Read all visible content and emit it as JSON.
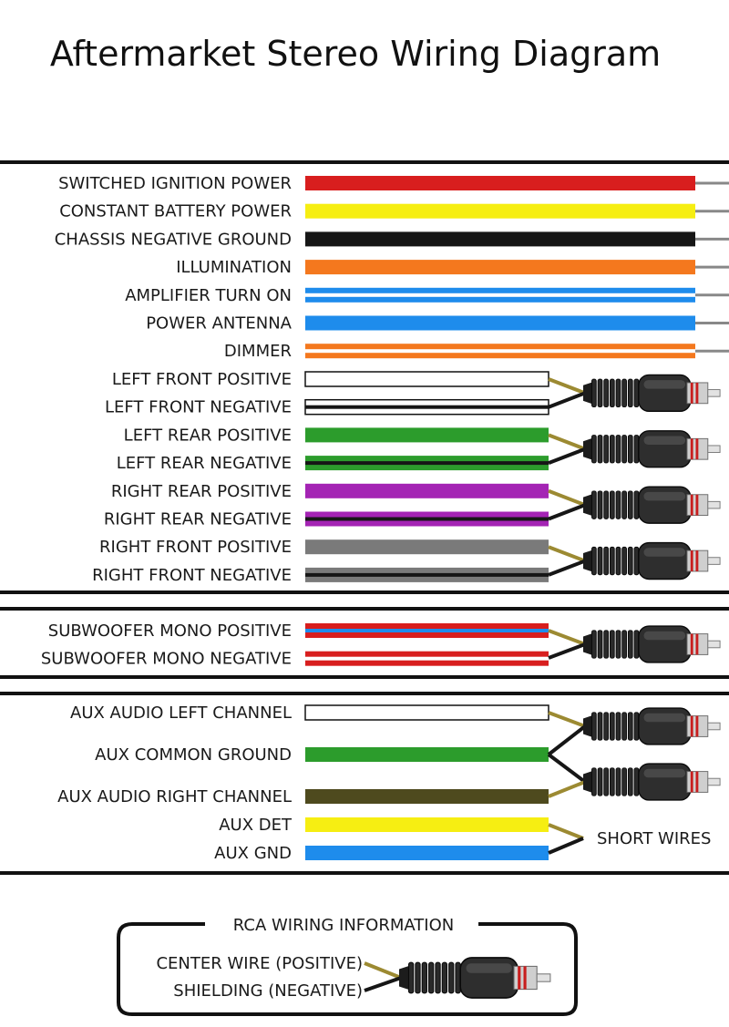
{
  "title": "Aftermarket Stereo Wiring Diagram",
  "colors": {
    "red": "#d81e1e",
    "yellow": "#f6ee12",
    "black": "#161616",
    "orange": "#f4781e",
    "blue": "#1e8cec",
    "white": "#ffffff",
    "green": "#2c9c2c",
    "purple": "#a424b4",
    "gray": "#7a7a7a",
    "olive": "#4e4a1e",
    "connector_lead": "#9c8a32"
  },
  "power_section": [
    {
      "label": "SWITCHED IGNITION POWER",
      "color": "red",
      "stripe": null
    },
    {
      "label": "CONSTANT BATTERY POWER",
      "color": "yellow",
      "stripe": null
    },
    {
      "label": "CHASSIS NEGATIVE GROUND",
      "color": "black",
      "stripe": null
    },
    {
      "label": "ILLUMINATION",
      "color": "orange",
      "stripe": null
    },
    {
      "label": "AMPLIFIER TURN ON",
      "color": "blue",
      "stripe": "white"
    },
    {
      "label": "POWER ANTENNA",
      "color": "blue",
      "stripe": null
    },
    {
      "label": "DIMMER",
      "color": "orange",
      "stripe": "white"
    }
  ],
  "speaker_section": [
    {
      "label": "LEFT FRONT POSITIVE",
      "color": "white",
      "stripe": null
    },
    {
      "label": "LEFT FRONT NEGATIVE",
      "color": "white",
      "stripe": "black"
    },
    {
      "label": "LEFT REAR POSITIVE",
      "color": "green",
      "stripe": null
    },
    {
      "label": "LEFT REAR NEGATIVE",
      "color": "green",
      "stripe": "black"
    },
    {
      "label": "RIGHT REAR POSITIVE",
      "color": "purple",
      "stripe": null
    },
    {
      "label": "RIGHT REAR NEGATIVE",
      "color": "purple",
      "stripe": "black"
    },
    {
      "label": "RIGHT FRONT POSITIVE",
      "color": "gray",
      "stripe": null
    },
    {
      "label": "RIGHT FRONT NEGATIVE",
      "color": "gray",
      "stripe": "black"
    }
  ],
  "sub_section": [
    {
      "label": "SUBWOOFER MONO POSITIVE",
      "color": "red",
      "stripe": "blue"
    },
    {
      "label": "SUBWOOFER MONO NEGATIVE",
      "color": "red",
      "stripe": "white"
    }
  ],
  "aux_section": [
    {
      "label": "AUX AUDIO LEFT CHANNEL",
      "color": "white",
      "stripe": null
    },
    {
      "label": "AUX COMMON GROUND",
      "color": "green",
      "stripe": null
    },
    {
      "label": "AUX AUDIO RIGHT CHANNEL",
      "color": "olive",
      "stripe": null
    },
    {
      "label": "AUX DET",
      "color": "yellow",
      "stripe": null
    },
    {
      "label": "AUX GND",
      "color": "blue",
      "stripe": null
    }
  ],
  "short_wires_label": "SHORT WIRES",
  "rca_info": {
    "title": "RCA WIRING INFORMATION",
    "center": "CENTER WIRE (POSITIVE)",
    "shield": "SHIELDING (NEGATIVE)"
  }
}
